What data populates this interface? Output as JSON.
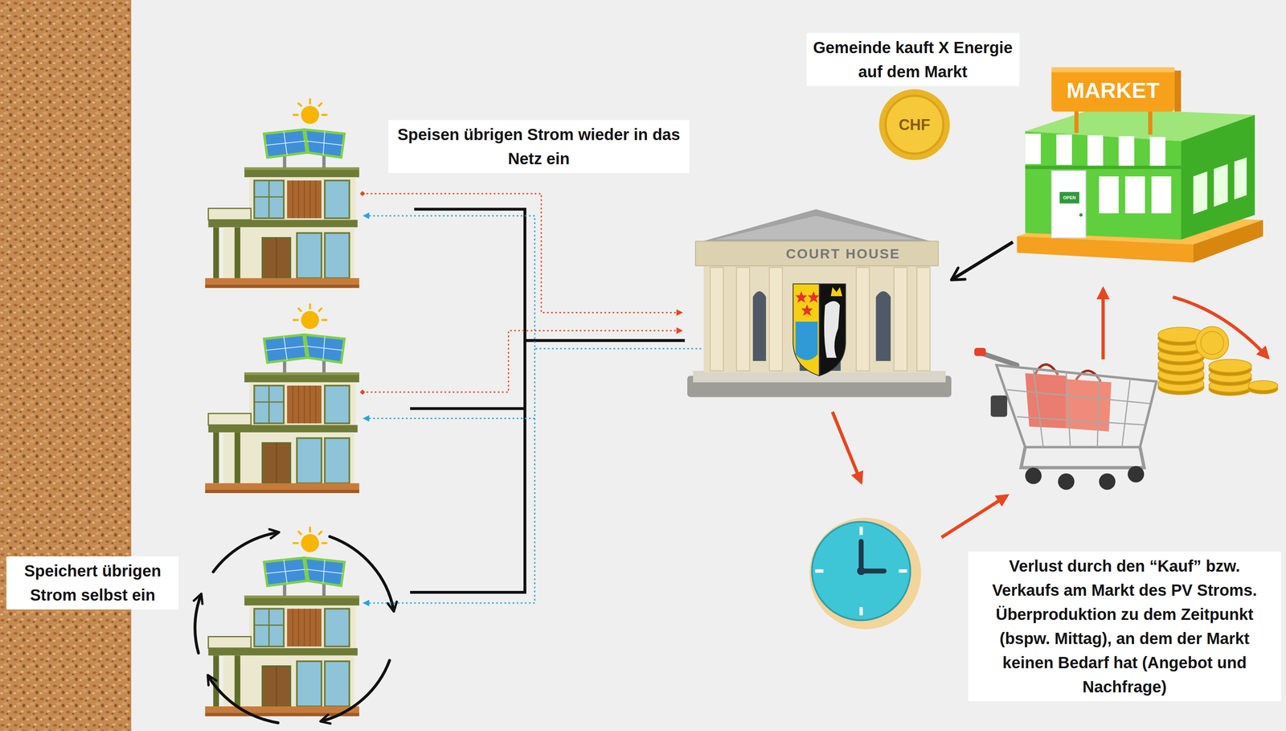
{
  "diagram": {
    "nodes": [
      {
        "text": [
          "Speisen übrigen Strom wieder in das Netz ein"
        ]
      },
      {
        "text": [
          "Gemeinde kauft X Energie auf dem Markt"
        ]
      },
      {
        "text": [
          "CHF"
        ]
      },
      {
        "text": [
          "MARKET",
          "OPEN"
        ]
      },
      {
        "text": [
          "COURT HOUSE"
        ]
      },
      {
        "text": [
          "Speichert übrigen Strom selbst ein"
        ]
      },
      {
        "text": [
          "Verlust durch den “Kauf” bzw. Verkaufs am Markt des PV Stroms. Überproduktion zu dem Zeitpunkt (bspw. Mittag), an dem der Markt keinen Bedarf hat (Angebot und Nachfrage)"
        ]
      }
    ],
    "edges": [
      {
        "from": 3,
        "to": 4,
        "arrow": "to"
      }
    ]
  }
}
